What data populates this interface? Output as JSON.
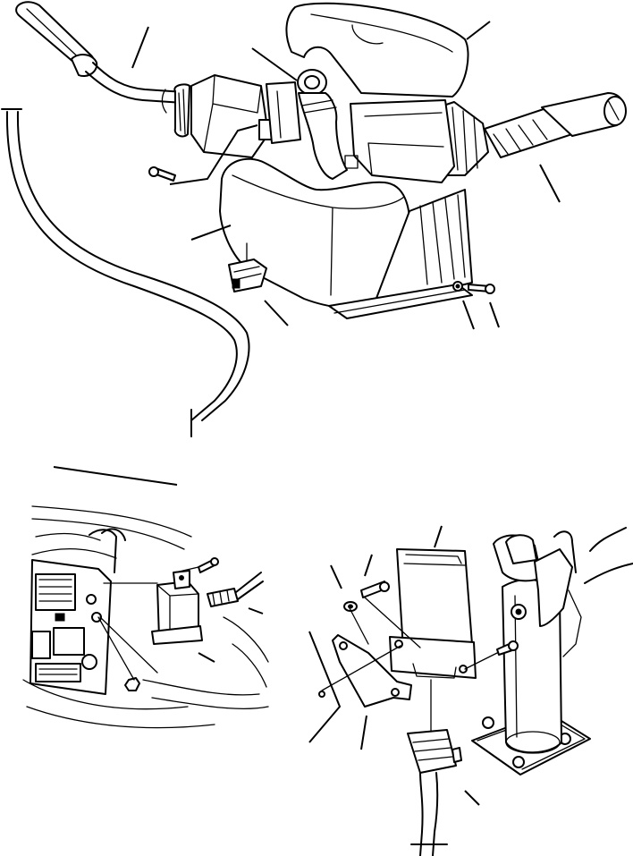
{
  "figure": {
    "views": [
      {
        "id": "steering-column-switch-assembly"
      },
      {
        "id": "dashboard-relay-installation"
      },
      {
        "id": "controller-module-mounting"
      }
    ]
  }
}
